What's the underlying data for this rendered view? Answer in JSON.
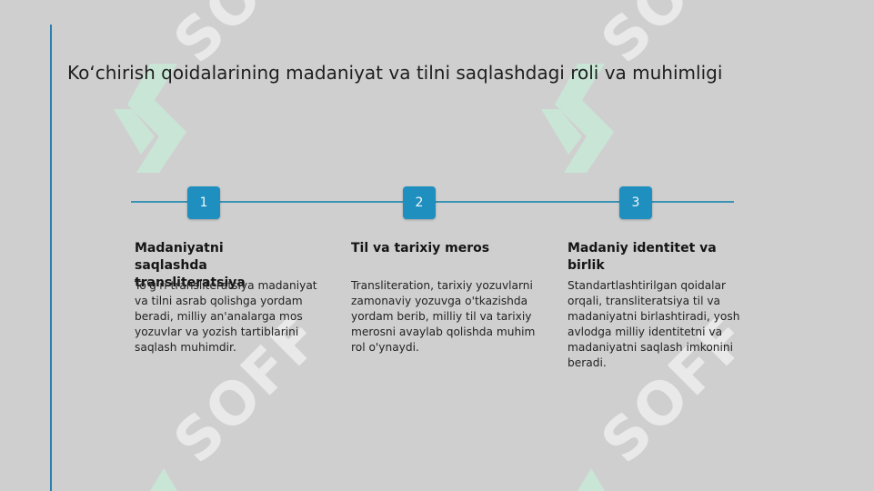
{
  "slide": {
    "title": "Koʻchirish qoidalarining madaniyat va tilni saqlashdagi roli va muhimligi",
    "watermark": "SOFF",
    "steps": [
      {
        "number": "1",
        "title": "Madaniyatni saqlashda transliteratsiya",
        "description": "To'g'ri transliteratsiya madaniyat va tilni asrab qolishga yordam beradi, milliy an'analarga mos yozuvlar va yozish tartiblarini saqlash muhimdir."
      },
      {
        "number": "2",
        "title": "Til va tarixiy meros",
        "description": "Transliteration, tarixiy yozuvlarni zamonaviy yozuvga o'tkazishda yordam berib, milliy til va tarixiy merosni avaylab qolishda muhim rol o'ynaydi."
      },
      {
        "number": "3",
        "title": "Madaniy identitet va birlik",
        "description": "Standartlashtirilgan qoidalar orqali, transliteratsiya til va madaniyatni birlashtiradi, yosh avlodga milliy identitetni va madaniyatni saqlash imkonini beradi."
      }
    ]
  },
  "colors": {
    "background": "#cfcfcf",
    "accent": "#1f8fbf",
    "side_line": "#2d7fb0",
    "watermark_logo": "#c8ead8"
  }
}
